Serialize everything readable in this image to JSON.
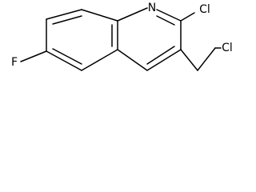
{
  "structure": {
    "atoms": {
      "n1": "N",
      "cl_ring": "Cl",
      "f": "F",
      "cl_chain": "Cl"
    }
  }
}
